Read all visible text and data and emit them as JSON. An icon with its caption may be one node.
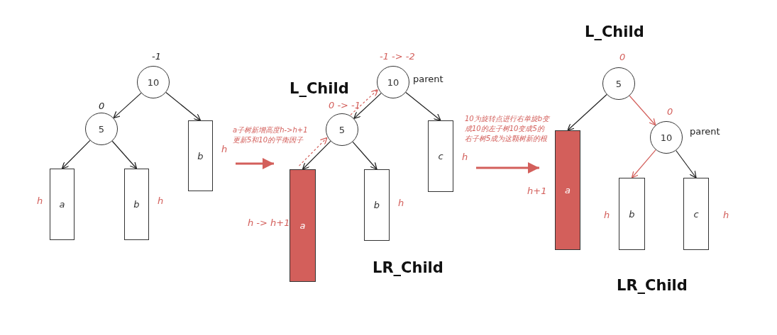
{
  "diagram": {
    "nodes": [
      {
        "text": [
          "10"
        ],
        "beside": [
          "-1"
        ]
      },
      {
        "text": [
          "5"
        ],
        "beside": [
          "0"
        ]
      },
      {
        "text": [
          "a"
        ],
        "beside": [
          "h"
        ]
      },
      {
        "text": [
          "b"
        ],
        "beside": [
          "h"
        ]
      },
      {
        "text": [
          "b"
        ],
        "beside": [
          "h"
        ]
      },
      {
        "text": [
          "10"
        ],
        "beside": [
          "-1 -> -2",
          "parent"
        ]
      },
      {
        "text": [
          "5"
        ],
        "beside": [
          "0 -> -1"
        ]
      },
      {
        "text": [
          "a"
        ],
        "beside": [
          "h -> h+1"
        ]
      },
      {
        "text": [
          "b"
        ],
        "beside": [
          "h"
        ]
      },
      {
        "text": [
          "c"
        ],
        "beside": [
          "h"
        ]
      },
      {
        "text": [
          "5"
        ],
        "beside": [
          "0"
        ]
      },
      {
        "text": [
          "a"
        ],
        "beside": [
          "h+1"
        ]
      },
      {
        "text": [
          "10"
        ],
        "beside": [
          "0",
          "parent"
        ]
      },
      {
        "text": [
          "b"
        ],
        "beside": [
          "h"
        ]
      },
      {
        "text": [
          "c"
        ],
        "beside": [
          "h"
        ]
      }
    ],
    "edges": [
      {
        "from": 0,
        "to": 1,
        "arrow": "to"
      },
      {
        "from": 0,
        "to": 4,
        "arrow": "to"
      },
      {
        "from": 1,
        "to": 2,
        "arrow": "to"
      },
      {
        "from": 1,
        "to": 3,
        "arrow": "to"
      },
      {
        "from": 4,
        "to": 7,
        "arrow": "to",
        "label": "a子树新增高度h->h+1更新5和10的平衡因子",
        "style": "thick",
        "color": "#d35f5b"
      },
      {
        "from": 5,
        "to": 6,
        "arrow": "to"
      },
      {
        "from": 5,
        "to": 9,
        "arrow": "to"
      },
      {
        "from": 6,
        "to": 7,
        "arrow": "to"
      },
      {
        "from": 6,
        "to": 8,
        "arrow": "to"
      },
      {
        "from": 7,
        "to": 6,
        "arrow": "to",
        "style": "dashed",
        "color": "#d35f5b"
      },
      {
        "from": 6,
        "to": 5,
        "arrow": "to",
        "style": "dashed",
        "color": "#d35f5b"
      },
      {
        "from": 9,
        "to": 11,
        "arrow": "to",
        "label": "10为旋转点进行右单旋b变成10的左子树10变成5的右子树5成为这颗树新的根",
        "style": "thick",
        "color": "#d35f5b"
      },
      {
        "from": 10,
        "to": 11,
        "arrow": "to"
      },
      {
        "from": 10,
        "to": 12,
        "arrow": "to",
        "color": "#d35f5b"
      },
      {
        "from": 12,
        "to": 13,
        "arrow": "to",
        "color": "#d35f5b"
      },
      {
        "from": 12,
        "to": 14,
        "arrow": "to"
      }
    ],
    "labels": [
      "L_Child",
      "LR_Child",
      "L_Child",
      "LR_Child"
    ]
  }
}
